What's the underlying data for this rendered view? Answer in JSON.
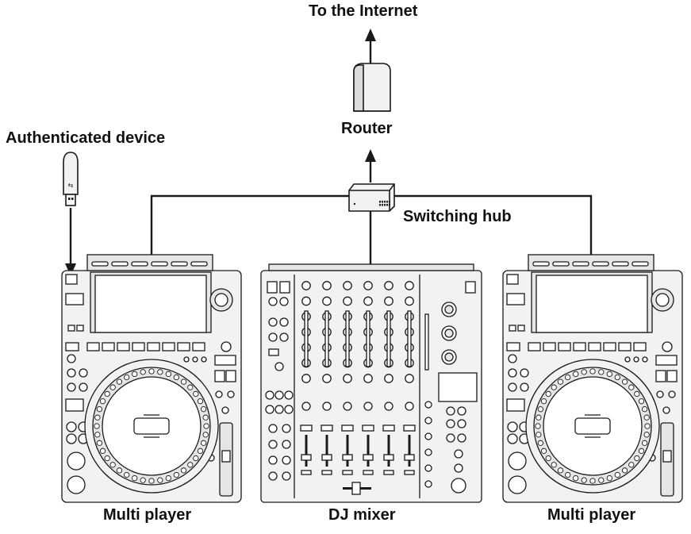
{
  "labels": {
    "internet": "To the Internet",
    "router": "Router",
    "authenticated_device": "Authenticated device",
    "switching_hub": "Switching hub",
    "multi_player_left": "Multi player",
    "dj_mixer": "DJ mixer",
    "multi_player_right": "Multi player"
  },
  "colors": {
    "line": "#1a1a1a",
    "device_fill": "#f2f2f2",
    "panel_fill": "#e6e6e6",
    "screen_fill": "#ffffff",
    "text": "#111111"
  },
  "icons": {
    "router": "router-icon",
    "usb": "usb-stick-icon",
    "hub": "switching-hub-icon",
    "arrow": "arrow-up-icon"
  }
}
